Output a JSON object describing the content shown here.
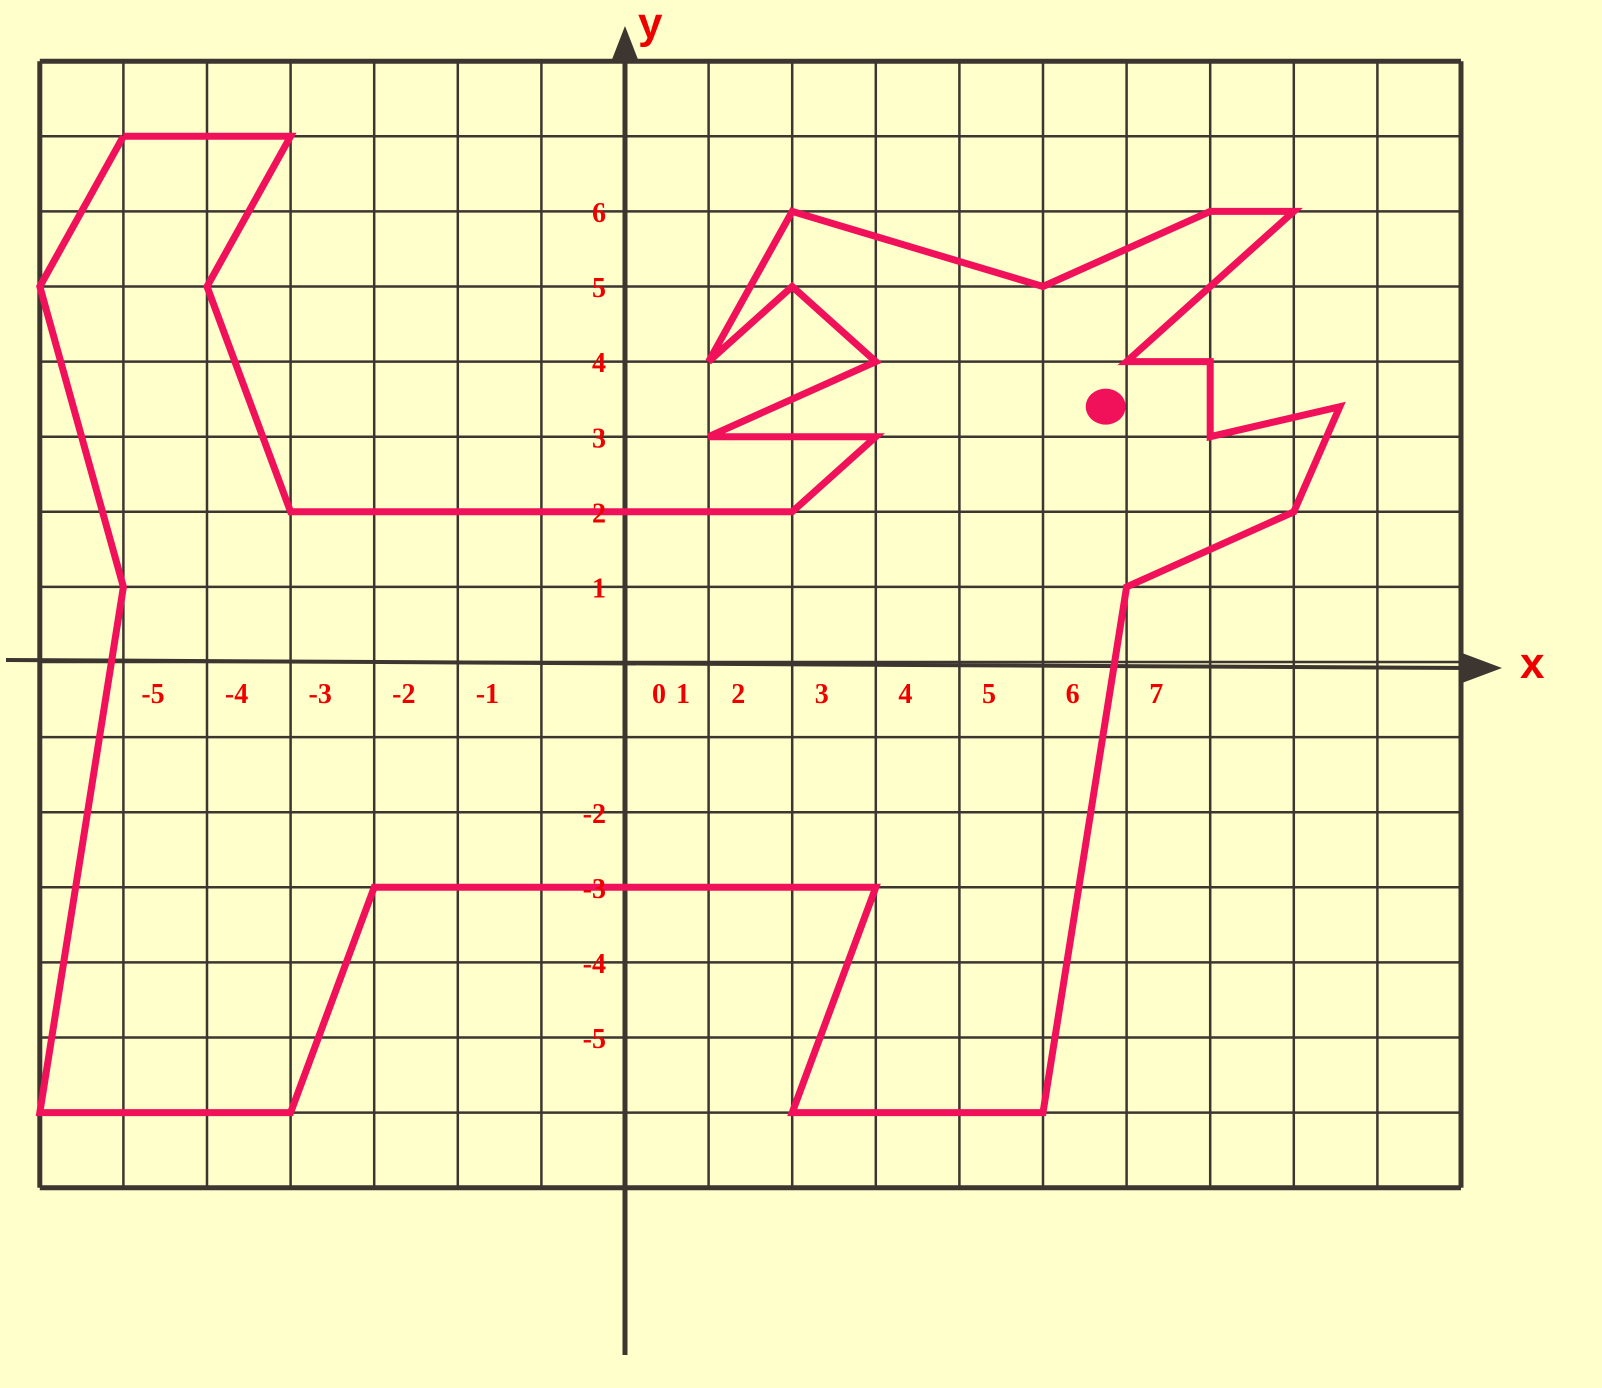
{
  "axes": {
    "x_name": "x",
    "y_name": "y"
  },
  "colors": {
    "background": "#ffffcc",
    "grid": "#3d3530",
    "figure": "#f0115a",
    "labels": "#ee0000"
  },
  "x_tick_labels": [
    {
      "value": -5,
      "text": "-5"
    },
    {
      "value": -4,
      "text": "-4"
    },
    {
      "value": -3,
      "text": "-3"
    },
    {
      "value": -2,
      "text": "-2"
    },
    {
      "value": -1,
      "text": "-1"
    },
    {
      "value": 0,
      "text": "0"
    },
    {
      "value": 1,
      "text": "1"
    },
    {
      "value": 2,
      "text": "2"
    },
    {
      "value": 3,
      "text": "3"
    },
    {
      "value": 4,
      "text": "4"
    },
    {
      "value": 5,
      "text": "5"
    },
    {
      "value": 6,
      "text": "6"
    },
    {
      "value": 7,
      "text": "7"
    }
  ],
  "y_tick_labels": [
    {
      "value": 6,
      "text": "6"
    },
    {
      "value": 5,
      "text": "5"
    },
    {
      "value": 4,
      "text": "4"
    },
    {
      "value": 3,
      "text": "3"
    },
    {
      "value": 2,
      "text": "2"
    },
    {
      "value": 1,
      "text": "1"
    },
    {
      "value": -2,
      "text": "-2"
    },
    {
      "value": -3,
      "text": "-3"
    },
    {
      "value": -4,
      "text": "-4"
    },
    {
      "value": -5,
      "text": "-5"
    }
  ],
  "grid_range": {
    "x": [
      -7,
      10
    ],
    "y": [
      -7,
      8
    ]
  },
  "figure": {
    "outline": [
      [
        -6,
        7
      ],
      [
        -4,
        7
      ],
      [
        -5,
        5
      ],
      [
        -4,
        2
      ],
      [
        2,
        2
      ],
      [
        3,
        3
      ],
      [
        1,
        3
      ],
      [
        3,
        4
      ],
      [
        2,
        5
      ],
      [
        1,
        4
      ],
      [
        2,
        6
      ],
      [
        5,
        5
      ],
      [
        7,
        6
      ],
      [
        8,
        6
      ],
      [
        6,
        4
      ],
      [
        7,
        4
      ],
      [
        7,
        3
      ],
      [
        8.55,
        3.4
      ],
      [
        8,
        2
      ],
      [
        6,
        1
      ],
      [
        5,
        -6
      ],
      [
        2,
        -6
      ],
      [
        3,
        -3
      ],
      [
        -3,
        -3
      ],
      [
        -4,
        -6
      ],
      [
        -7,
        -6
      ],
      [
        -6,
        1
      ],
      [
        -7,
        5
      ],
      [
        -6,
        7
      ]
    ],
    "eye": [
      5.75,
      3.4
    ]
  }
}
